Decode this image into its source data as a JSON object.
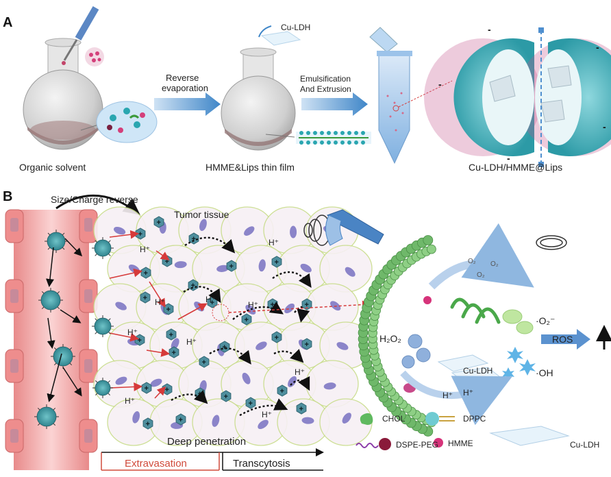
{
  "panel_a": {
    "letter": "A",
    "cu_ldh_tag": "Cu-LDH",
    "arrow1_line1": "Reverse",
    "arrow1_line2": "evaporation",
    "arrow2_line1": "Emulsification",
    "arrow2_line2": "And Extrusion",
    "caption_left": "Organic solvent",
    "caption_mid": "HMME&Lips thin film",
    "caption_right": "Cu-LDH/HMME@Lips"
  },
  "panel_b": {
    "letter": "B",
    "size_charge": "Size/Charge reverse",
    "tumor_tissue": "Tumor tissue",
    "h_plus": "H⁺",
    "plus": "+",
    "deep_penetration": "Deep penetration",
    "extravasation": "Extravasation",
    "transcytosis": "Transcytosis",
    "h2o2": "H₂O₂",
    "o2": "O₂",
    "superoxide": "·O₂⁻",
    "hydroxyl": "·OH",
    "ros": "ROS",
    "cu_ldh_inset": "Cu-LDH"
  },
  "legend": {
    "chol": "CHOL",
    "dppc": "DPPC",
    "dspe_peg": "DSPE-PEG",
    "hmme": "HMME",
    "cu_ldh": "Cu-LDH"
  },
  "colors": {
    "vessel": "#f0a0a0",
    "vessel_dark": "#d96a6a",
    "cell_outline": "#c8dc8a",
    "cell_fill": "#f7f0f4",
    "nucleus": "#8b84c9",
    "hexagon": "#4f8f9e",
    "membrane": "#6fb86a",
    "arrow_blue": "#4f8fcf",
    "extravasation_red": "#d04a3a"
  }
}
